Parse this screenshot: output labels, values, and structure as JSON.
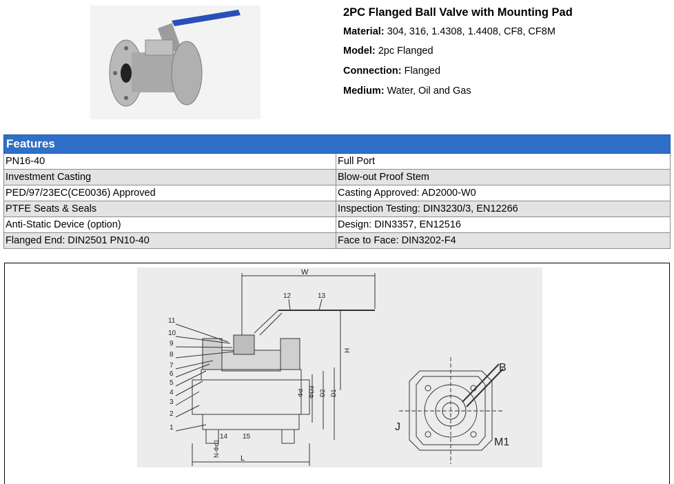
{
  "product": {
    "title": "2PC Flanged Ball Valve with Mounting Pad",
    "specs": [
      {
        "label": "Material:",
        "value": " 304, 316, 1.4308, 1.4408, CF8, CF8M"
      },
      {
        "label": "Model:",
        "value": " 2pc Flanged"
      },
      {
        "label": "Connection:",
        "value": " Flanged"
      },
      {
        "label": "Medium:",
        "value": " Water, Oil and Gas"
      }
    ]
  },
  "features": {
    "header": "Features",
    "rows": [
      {
        "left": "PN16-40",
        "right": "Full Port"
      },
      {
        "left": "Investment Casting",
        "right": "Blow-out Proof Stem"
      },
      {
        "left": "PED/97/23EC(CE0036) Approved",
        "right": "Casting Approved: AD2000-W0"
      },
      {
        "left": "PTFE Seats & Seals",
        "right": "Inspection Testing: DIN3230/3, EN12266"
      },
      {
        "left": "Anti-Static Device (option)",
        "right": "Design: DIN3357, EN12516"
      },
      {
        "left": "Flanged End: DIN2501 PN10-40",
        "right": "Face to Face: DIN3202-F4"
      }
    ]
  },
  "drawing": {
    "labels": {
      "w": "W",
      "h": "H",
      "l": "L",
      "b": "B",
      "j": "J",
      "m1": "M1",
      "phi_d": "Φd",
      "phi_d3": "ΦD3",
      "d2": "D2",
      "d1": "D1",
      "n_phi_d1": "N-Φd1",
      "parts": [
        "1",
        "2",
        "3",
        "4",
        "5",
        "6",
        "7",
        "8",
        "9",
        "10",
        "11",
        "12",
        "13",
        "14",
        "15"
      ]
    }
  }
}
